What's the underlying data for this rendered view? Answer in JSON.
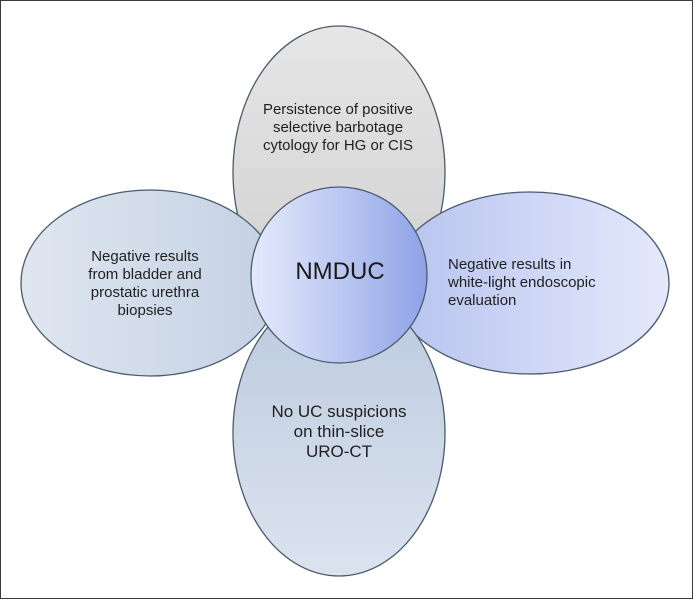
{
  "diagram": {
    "center": {
      "text": "NMDUC"
    },
    "petals": {
      "top": {
        "lines": [
          "Persistence of positive",
          "selective barbotage",
          "cytology for HG or CIS"
        ]
      },
      "left": {
        "lines": [
          "Negative results",
          "from bladder and",
          "prostatic urethra",
          "biopsies"
        ]
      },
      "right": {
        "lines": [
          "Negative results in",
          "white-light endoscopic",
          "evaluation"
        ]
      },
      "bottom": {
        "lines": [
          "No UC suspicions",
          "on thin-slice",
          "URO-CT"
        ]
      }
    },
    "colors": {
      "border": "#4a5b6e",
      "top_fill": "#d8d8d8",
      "left_fill": "#d5dfec",
      "right_fill": "#c6d0f0",
      "bottom_fill": "#c9d4e2",
      "center_fill": "#a9b8ee"
    }
  }
}
